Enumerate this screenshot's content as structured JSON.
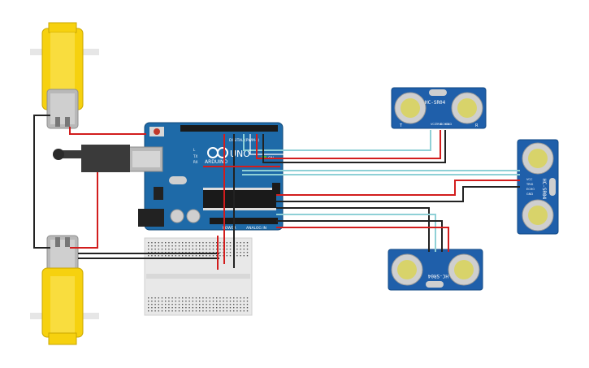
{
  "arduino": {
    "brand": "ARDUINO",
    "model": "UNO",
    "header_digital": "DIGITAL (PWM~)",
    "header_analog": "ANALOG IN",
    "header_power": "POWER",
    "on_label": "ON",
    "tx_label": "TX",
    "rx_label": "RX",
    "l_label": "L"
  },
  "sensors": {
    "label": "HC-SR04",
    "pins": [
      "VCC",
      "TRIG",
      "ECHO",
      "GND"
    ],
    "eye_left": "T",
    "eye_right": "R"
  },
  "colors": {
    "board": "#1e6aa8",
    "sensor": "#1f5faa",
    "motor_yellow": "#f6d10f",
    "wire_red": "#d21d1d",
    "wire_black": "#222222",
    "wire_cyan": "#8fd0d6",
    "breadboard": "#e8e8e8"
  }
}
